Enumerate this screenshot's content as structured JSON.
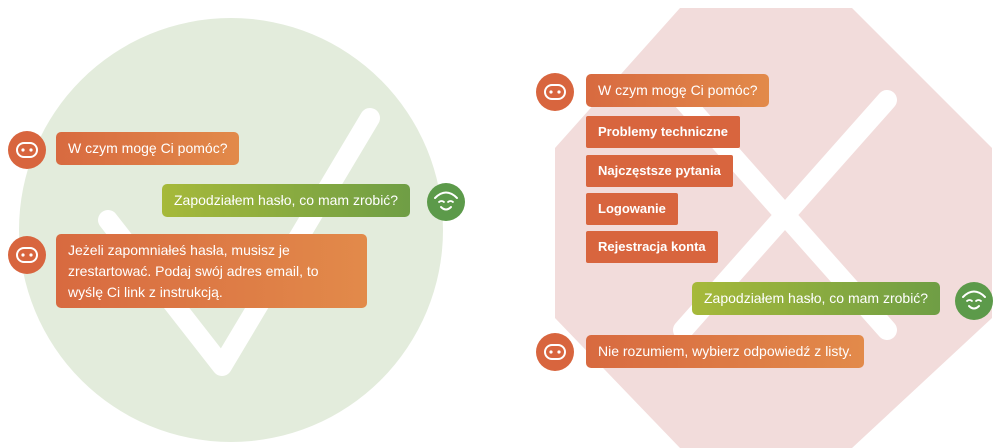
{
  "left_panel": {
    "bot_message_1": "W czym mogę Ci pomóc?",
    "user_message_1": "Zapodziałem hasło, co mam zrobić?",
    "bot_message_2": "Jeżeli zapomniałeś hasła, musisz je zrestartować. Podaj swój adres email, to wyślę Ci link z instrukcją."
  },
  "right_panel": {
    "bot_message_1": "W czym mogę Ci pomóc?",
    "options": [
      "Problemy techniczne",
      "Najczęstsze pytania",
      "Logowanie",
      "Rejestracja konta"
    ],
    "user_message_1": "Zapodziałem hasło, co mam zrobić?",
    "bot_message_2": "Nie rozumiem, wybierz odpowiedź z listy."
  },
  "icons": {
    "good_background": "checkmark-icon",
    "bad_background": "cross-icon",
    "bot": "bot-face-icon",
    "user": "user-face-icon"
  },
  "colors": {
    "bot": "#d8653e",
    "user": "#6f9e45",
    "good_bg": "#e3ecdc",
    "bad_bg": "#f2dcdb"
  }
}
